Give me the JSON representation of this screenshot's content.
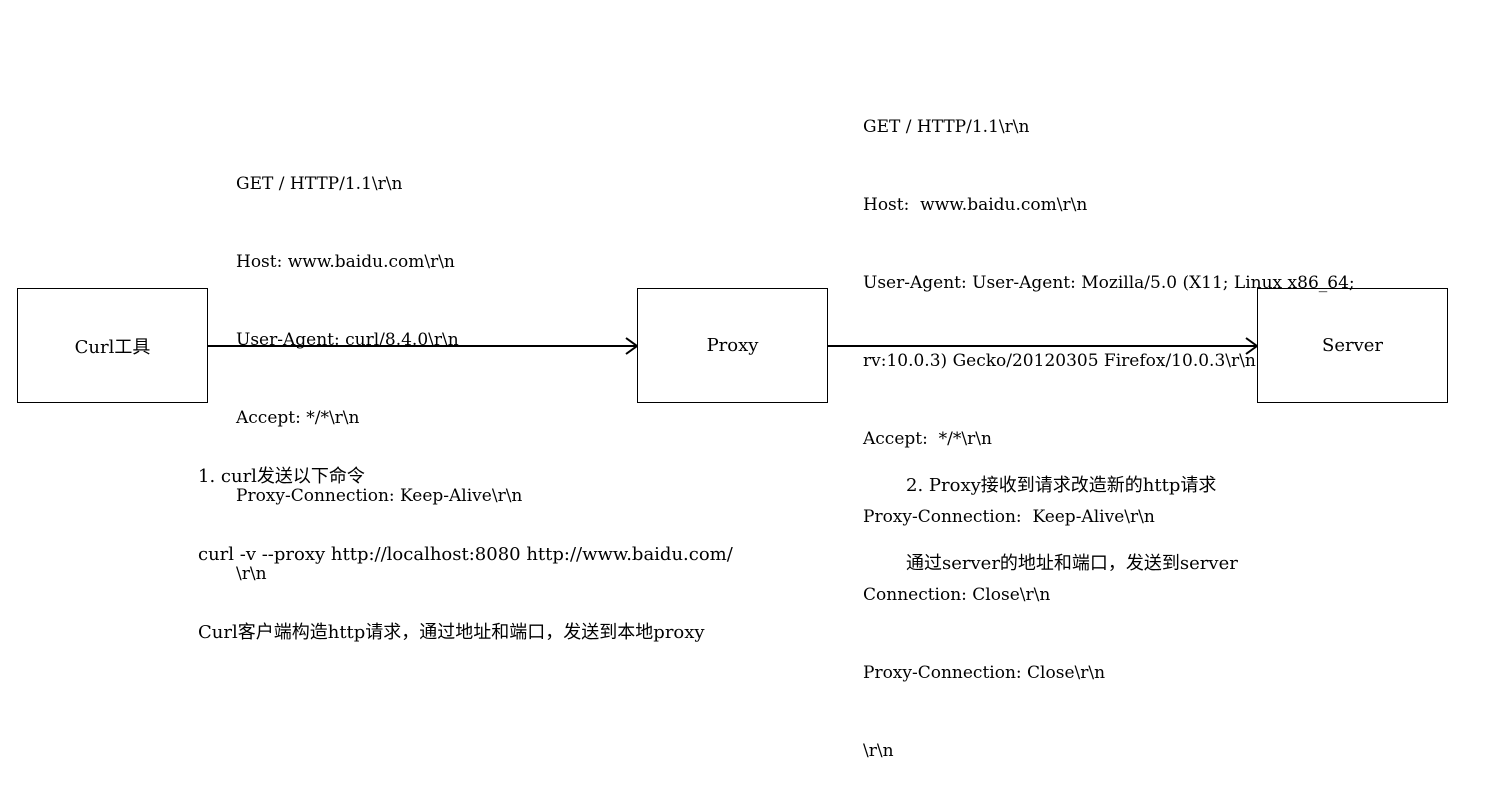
{
  "nodes": {
    "client": "Curl工具",
    "proxy": "Proxy",
    "server": "Server"
  },
  "client_request_lines": [
    "GET / HTTP/1.1\\r\\n",
    "Host: www.baidu.com\\r\\n",
    "User-Agent: curl/8.4.0\\r\\n",
    "Accept: */*\\r\\n",
    "Proxy-Connection: Keep-Alive\\r\\n",
    "\\r\\n"
  ],
  "proxy_request_lines": [
    "GET / HTTP/1.1\\r\\n",
    "Host:  www.baidu.com\\r\\n",
    "User-Agent: User-Agent: Mozilla/5.0 (X11; Linux x86_64;",
    "rv:10.0.3) Gecko/20120305 Firefox/10.0.3\\r\\n",
    "Accept:  */*\\r\\n",
    "Proxy-Connection:  Keep-Alive\\r\\n",
    "Connection: Close\\r\\n",
    "Proxy-Connection: Close\\r\\n",
    "\\r\\n"
  ],
  "step1_lines": [
    "1. curl发送以下命令",
    "curl -v --proxy http://localhost:8080 http://www.baidu.com/",
    "Curl客户端构造http请求，通过地址和端口，发送到本地proxy"
  ],
  "step2_lines": [
    "2. Proxy接收到请求改造新的http请求",
    "通过server的地址和端口，发送到server"
  ]
}
